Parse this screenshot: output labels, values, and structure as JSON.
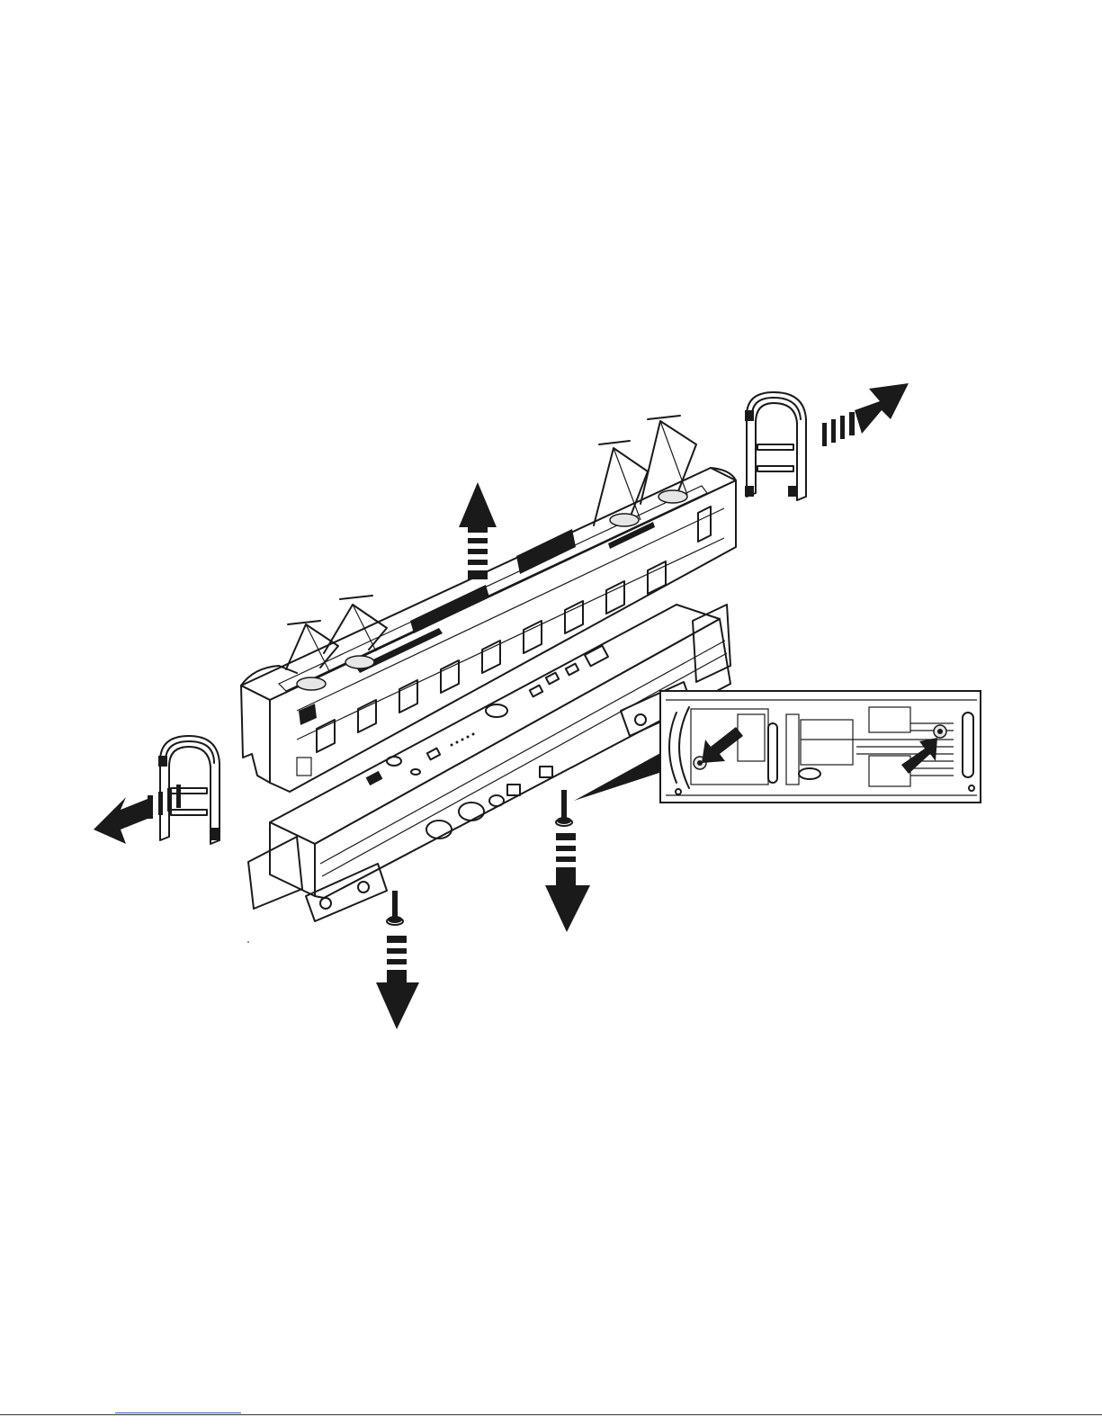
{
  "figure": {
    "kind": "exploded-assembly-drawing",
    "parts": [
      "locomotive-body-shell",
      "chassis-frame",
      "end-cap-front",
      "end-cap-rear",
      "screw-front",
      "screw-rear",
      "detail-inset"
    ],
    "arrow_directions": {
      "body_shell": "up",
      "end_cap_front": "up-right",
      "end_cap_rear": "down-left",
      "screw_front": "down",
      "screw_rear": "down"
    },
    "colors": {
      "ink": "#1a1a1a",
      "paper": "#ffffff",
      "panel": "#e6e6e6"
    }
  }
}
